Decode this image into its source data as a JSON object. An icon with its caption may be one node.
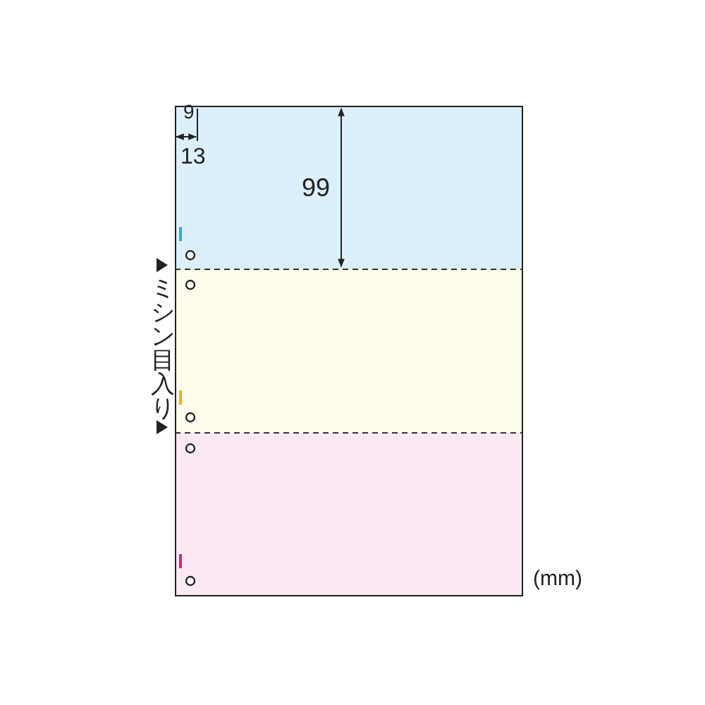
{
  "diagram": {
    "labels": [
      "9",
      "13",
      "99",
      "ミシン目入り",
      "(mm)"
    ]
  }
}
